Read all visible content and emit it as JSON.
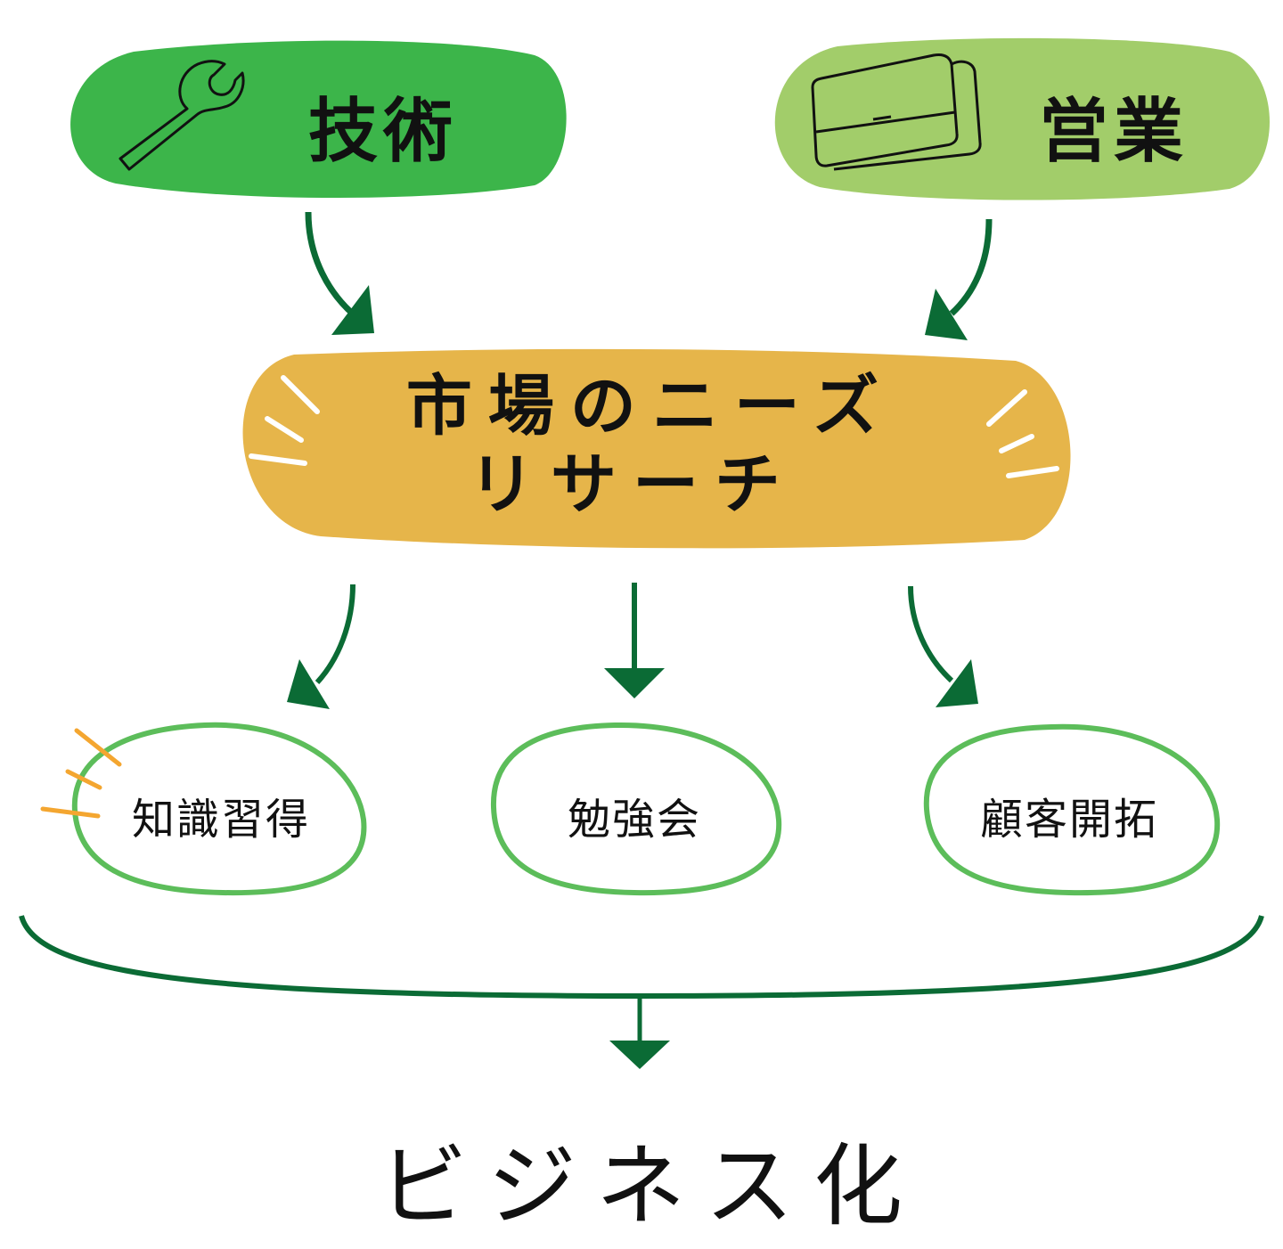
{
  "colors": {
    "technology_fill": "#3cb54a",
    "sales_fill": "#a2cd6a",
    "research_fill": "#e6b54a",
    "outline_green": "#5cbd5a",
    "arrow_green": "#0b6b35",
    "accent_orange": "#f4a630",
    "text": "#111111"
  },
  "top_nodes": [
    {
      "id": "technology",
      "label": "技術",
      "icon": "wrench-icon"
    },
    {
      "id": "sales",
      "label": "営業",
      "icon": "air-conditioner-icon"
    }
  ],
  "center_node": {
    "line1": "市場のニーズ",
    "line2": "リサーチ"
  },
  "sub_nodes": [
    {
      "id": "knowledge",
      "label": "知識習得"
    },
    {
      "id": "study",
      "label": "勉強会"
    },
    {
      "id": "customers",
      "label": "顧客開拓"
    }
  ],
  "final_node": {
    "label": "ビジネス化"
  }
}
